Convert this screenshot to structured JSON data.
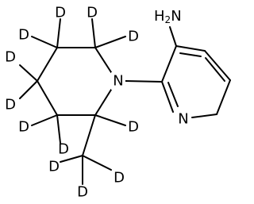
{
  "molecule": {
    "atoms": {
      "amine": "H2N",
      "piperidine_n": "N",
      "pyridine_n": "N",
      "deuterium": "D"
    }
  }
}
